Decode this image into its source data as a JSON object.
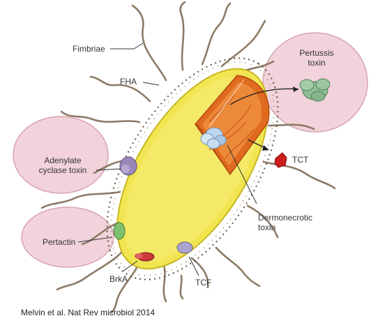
{
  "colors": {
    "highlight_fill": "#f2d3db",
    "highlight_stroke": "#d9a3b1",
    "cell_body": "#f1e552",
    "cell_interior": "#e06a1d",
    "fimbriae": "#8c7a66",
    "toxin_pertussis": "#8fbf95",
    "tct": "#cc1e1e",
    "dermonecrotic": "#bcd6ef",
    "adenylate": "#9a86b8",
    "pertactin": "#7dc06f",
    "brka": "#cc3a3a",
    "tcf": "#a9a4cf"
  },
  "labels": {
    "fimbriae": "Fimbriae",
    "fha": "FHA",
    "pertussis": [
      "Pertussis",
      "toxin"
    ],
    "tct": "TCT",
    "adenylate": [
      "Adenylate",
      "cyclase toxin"
    ],
    "dermonecrotic": [
      "Dermonecrotic",
      "toxin"
    ],
    "pertactin": "Pertactin",
    "brka": "BrkA",
    "tcf": "TCF"
  },
  "citation": "Melvin et al. Nat Rev microbiol 2014"
}
